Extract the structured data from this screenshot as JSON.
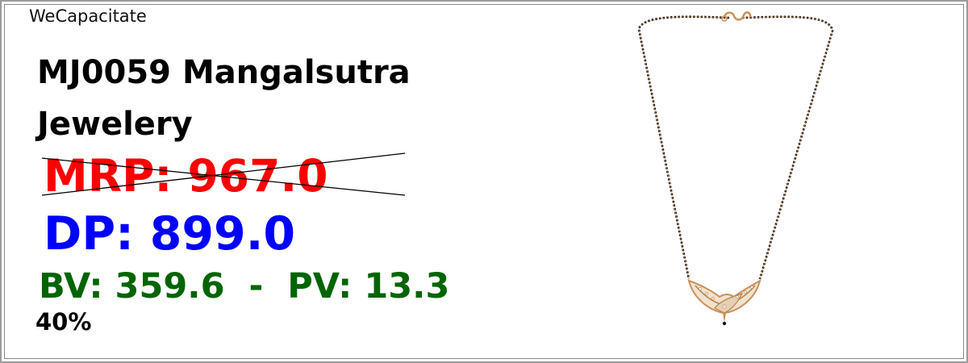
{
  "brand": "WeCapacitate",
  "product": {
    "title": "MJ0059 Mangalsutra Jewelery"
  },
  "pricing": {
    "mrp": "MRP: 967.0",
    "dp": "DP: 899.0",
    "bv_pv": "BV: 359.6  -  PV: 13.3",
    "discount": "40%"
  },
  "colors": {
    "mrp": "#ff0000",
    "dp": "#0000ff",
    "bv_pv": "#006400",
    "gold": "#c8915a",
    "bead": "#111111"
  },
  "image": {
    "icon": "mangalsutra-necklace-image"
  }
}
